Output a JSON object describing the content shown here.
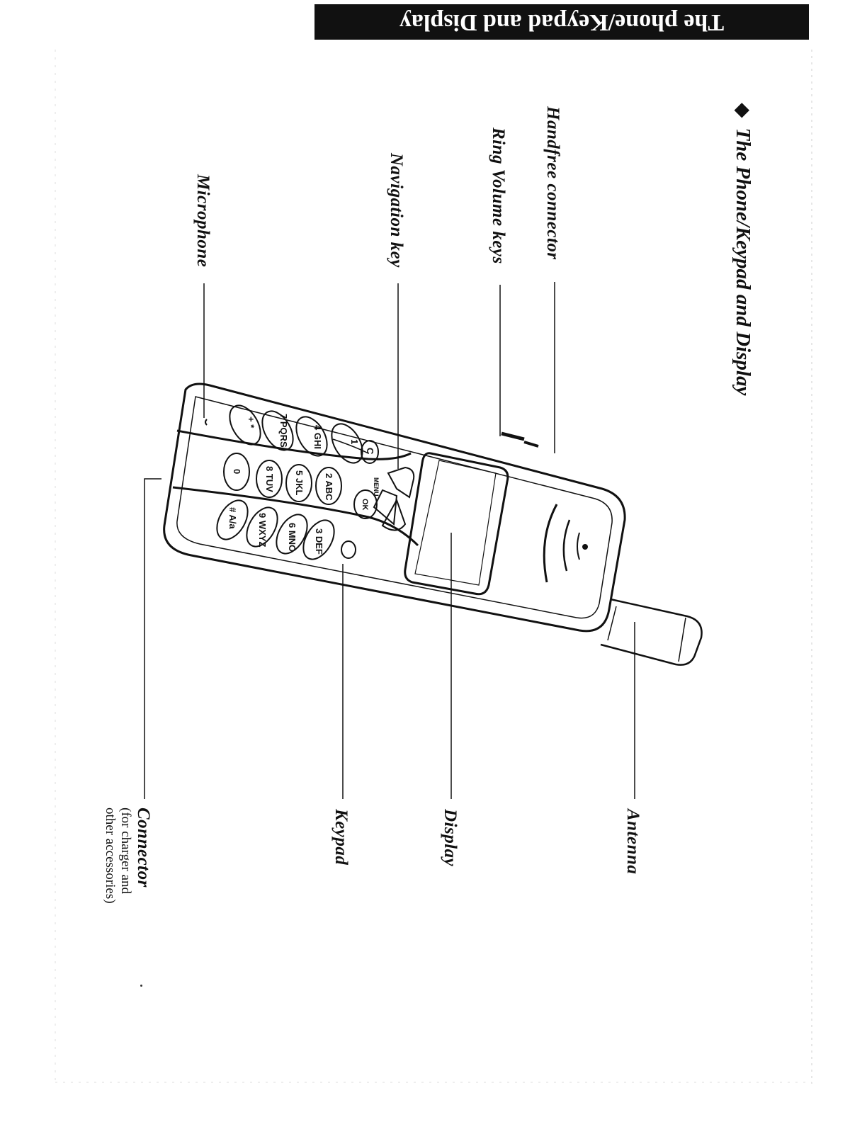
{
  "header": {
    "title": "The phone/Keypad and Display",
    "background": "#111111"
  },
  "section": {
    "bullet": "◆",
    "title": "The Phone/Keypad and Display"
  },
  "callouts": {
    "handfree": "Handfree connector",
    "ring_volume": "Ring Volume keys",
    "navigation": "Navigation key",
    "microphone": "Microphone",
    "antenna": "Antenna",
    "display": "Display",
    "keypad": "Keypad",
    "connector": "Connector",
    "connector_note_1": "(for charger and",
    "connector_note_2": "other accessories)"
  },
  "keys": {
    "k1": "1",
    "k2": "2 ABC",
    "k3": "3 DEF",
    "k4": "4 GHI",
    "k5": "5 JKL",
    "k6": "6 MNO",
    "k7": "7 PQRS",
    "k8": "8 TUV",
    "k9": "9 WXYZ",
    "k0": "0",
    "star": "+ *",
    "hash": "# A/a",
    "c": "C",
    "menu": "MENU",
    "ok": "OK"
  }
}
